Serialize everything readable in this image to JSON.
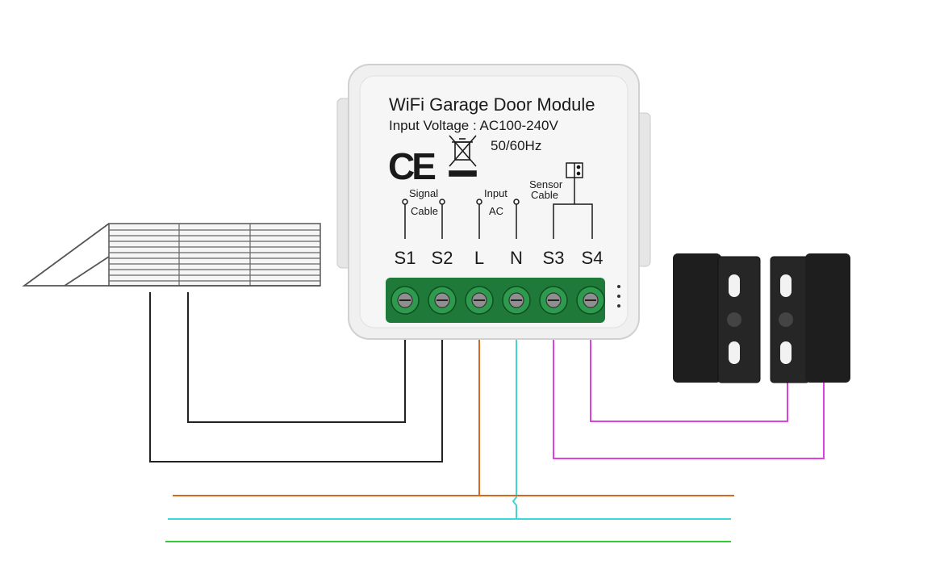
{
  "module": {
    "title": "WiFi Garage Door Module",
    "voltage": "Input Voltage : AC100-240V",
    "frequency": "50/60Hz",
    "ce_mark": "CE",
    "signal_label_1": "Signal",
    "signal_label_2": "Cable",
    "input_label_1": "Input",
    "input_label_2": "AC",
    "sensor_label_1": "Sensor",
    "sensor_label_2": "Cable",
    "terminals": [
      "S1",
      "S2",
      "L",
      "N",
      "S3",
      "S4"
    ]
  },
  "colors": {
    "signal_wire": "#222222",
    "live_wire": "#d2691e",
    "neutral_wire": "#3fd6d6",
    "ground_wire": "#33cc33",
    "sensor_wire": "#e040e0",
    "terminal_block": "#1f7a3a",
    "module_body": "#efefef",
    "sensor_body": "#1e1e1e"
  },
  "icons": [
    "ce-mark-icon",
    "weee-bin-icon",
    "sensor-magnet-icon",
    "garage-door-icon"
  ]
}
